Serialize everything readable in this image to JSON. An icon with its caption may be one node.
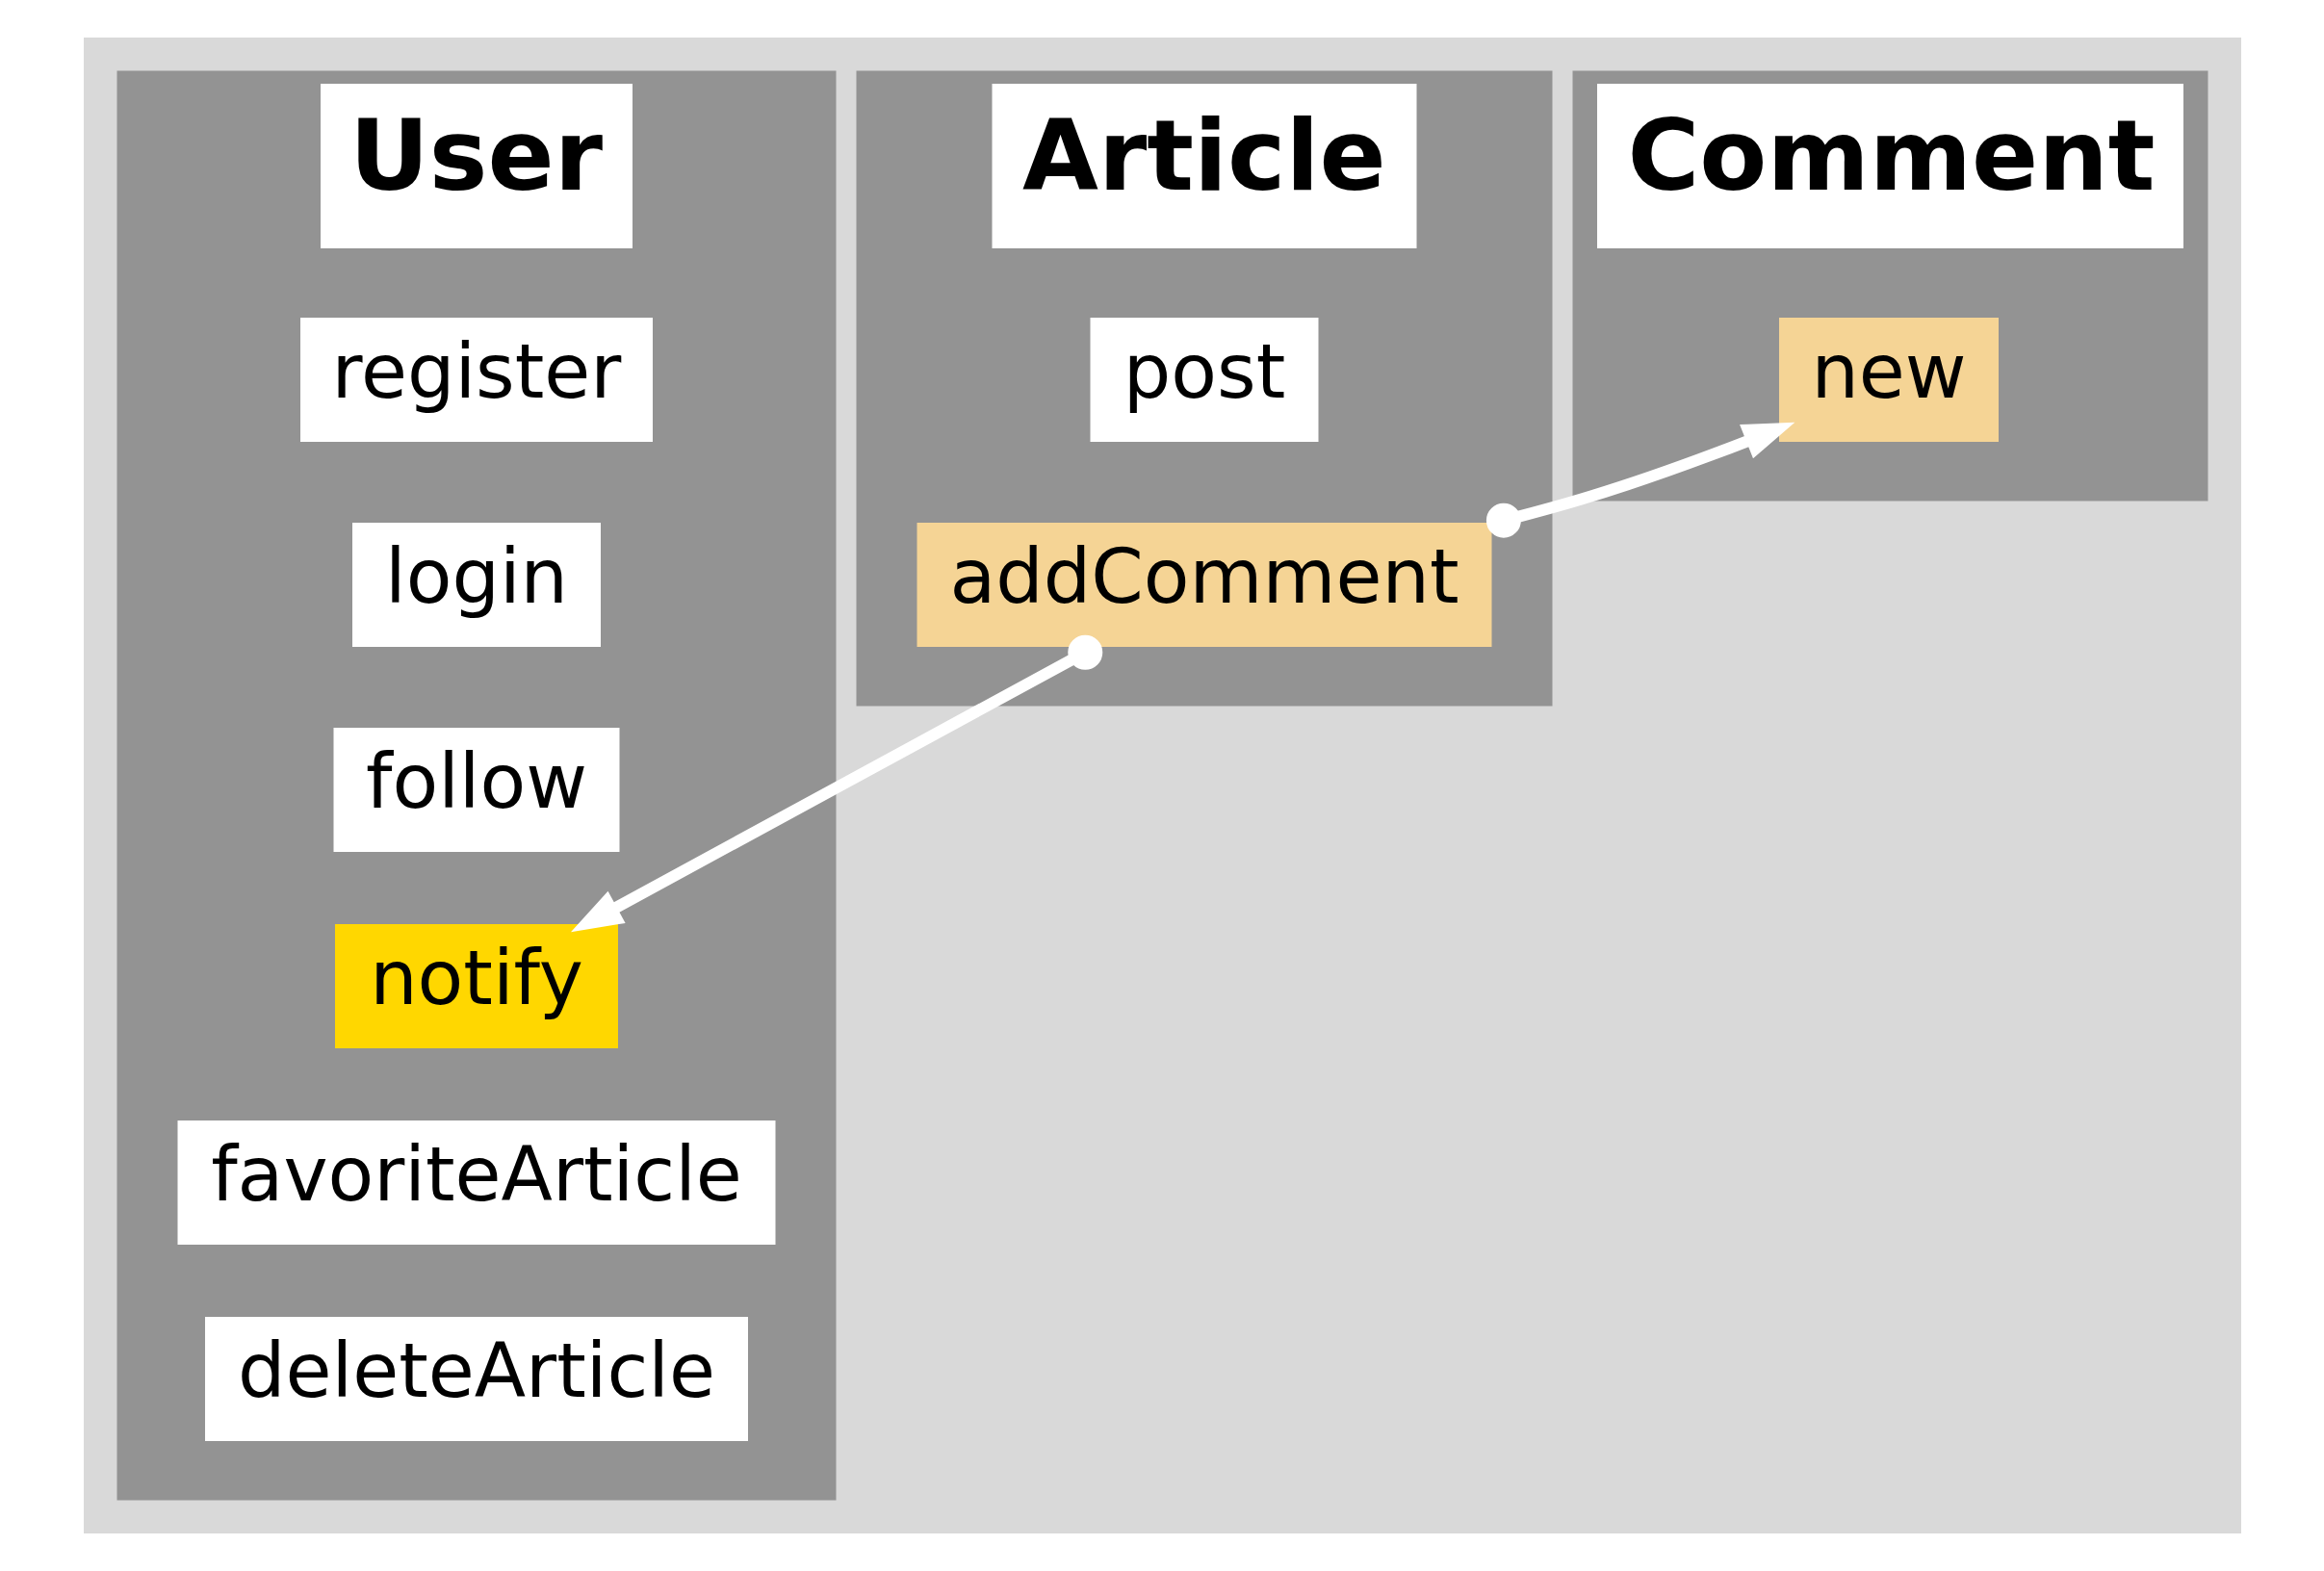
{
  "diagram": {
    "nodes": [
      {
        "text": [
          "User"
        ]
      },
      {
        "text": [
          "register"
        ],
        "in": 0
      },
      {
        "text": [
          "login"
        ],
        "in": 0
      },
      {
        "text": [
          "follow"
        ],
        "in": 0
      },
      {
        "text": [
          "notify"
        ],
        "in": 0
      },
      {
        "text": [
          "favoriteArticle"
        ],
        "in": 0
      },
      {
        "text": [
          "deleteArticle"
        ],
        "in": 0
      },
      {
        "text": [
          "Article"
        ]
      },
      {
        "text": [
          "post"
        ],
        "in": 7
      },
      {
        "text": [
          "addComment"
        ],
        "in": 7
      },
      {
        "text": [
          "Comment"
        ]
      },
      {
        "text": [
          "new"
        ],
        "in": 10
      }
    ],
    "edges": [
      {
        "from": 9,
        "to": 4,
        "arrow": "to"
      },
      {
        "from": 9,
        "to": 11,
        "arrow": "to"
      }
    ]
  }
}
